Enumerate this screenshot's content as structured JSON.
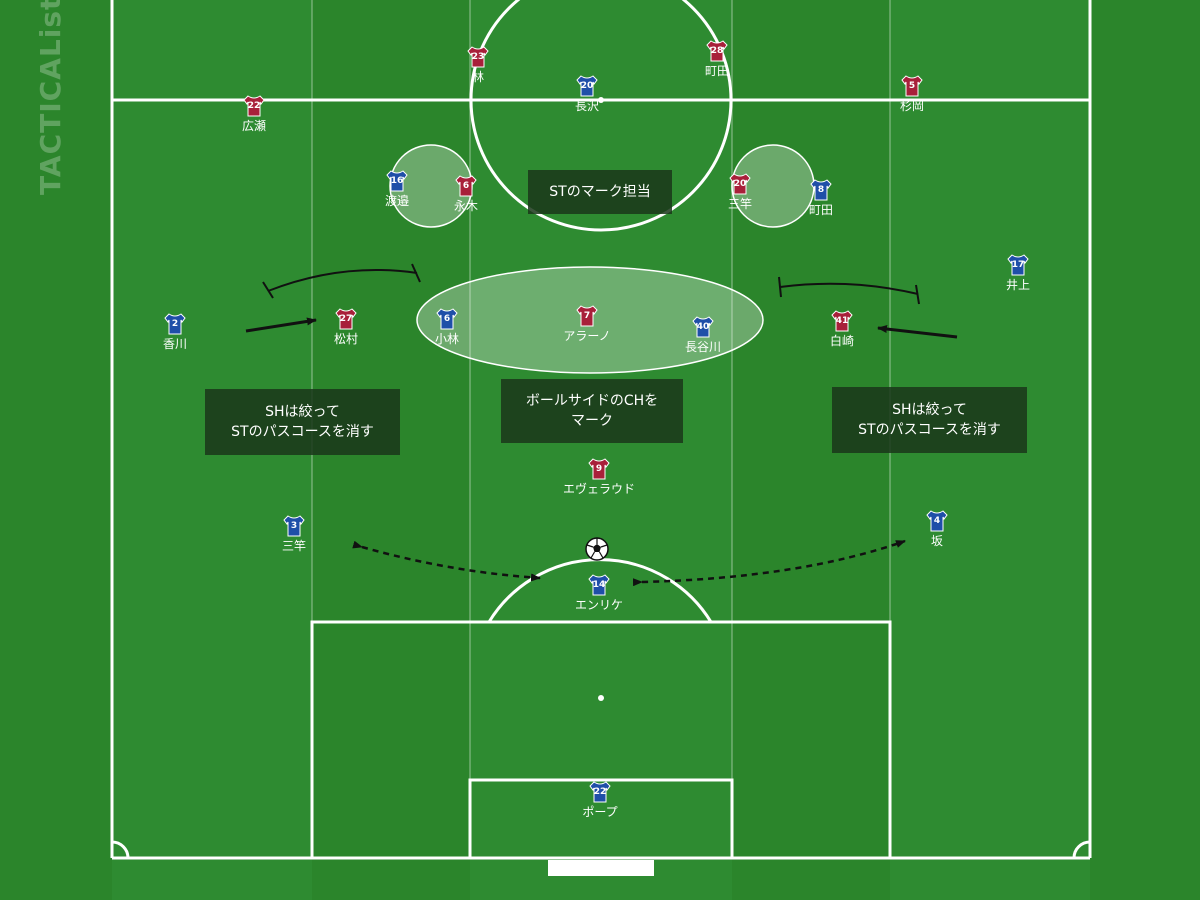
{
  "watermark": "TACTICALista",
  "colors": {
    "pitch_dark": "#2b852b",
    "pitch_light": "#33933a",
    "line": "#ffffff",
    "team_red": "#a8203a",
    "team_blue": "#1f4fa8"
  },
  "callouts": {
    "st_mark": "STのマーク担当",
    "ch_mark": "ボールサイドのCHを\nマーク",
    "sh_left": "SHは絞って\nSTのパスコースを消す",
    "sh_right": "SHは絞って\nSTのパスコースを消す"
  },
  "red": [
    {
      "id": "red-23",
      "num": "23",
      "name": "林"
    },
    {
      "id": "red-28",
      "num": "28",
      "name": "町田"
    },
    {
      "id": "red-5",
      "num": "5",
      "name": "杉岡"
    },
    {
      "id": "red-22",
      "num": "22",
      "name": "広瀬"
    },
    {
      "id": "red-6",
      "num": "6",
      "name": "永木"
    },
    {
      "id": "red-20",
      "num": "20",
      "name": "三竿"
    },
    {
      "id": "red-27",
      "num": "27",
      "name": "松村"
    },
    {
      "id": "red-7",
      "num": "7",
      "name": "アラーノ"
    },
    {
      "id": "red-41",
      "num": "41",
      "name": "白崎"
    },
    {
      "id": "red-9",
      "num": "9",
      "name": "エヴェラウド"
    }
  ],
  "blue": [
    {
      "id": "blue-20",
      "num": "20",
      "name": "長沢"
    },
    {
      "id": "blue-16",
      "num": "16",
      "name": "渡邉"
    },
    {
      "id": "blue-8",
      "num": "8",
      "name": "町田"
    },
    {
      "id": "blue-17",
      "num": "17",
      "name": "井上"
    },
    {
      "id": "blue-2",
      "num": "2",
      "name": "香川"
    },
    {
      "id": "blue-6",
      "num": "6",
      "name": "小林"
    },
    {
      "id": "blue-40",
      "num": "40",
      "name": "長谷川"
    },
    {
      "id": "blue-3",
      "num": "3",
      "name": "三竿"
    },
    {
      "id": "blue-4",
      "num": "4",
      "name": "坂"
    },
    {
      "id": "blue-14",
      "num": "14",
      "name": "エンリケ"
    },
    {
      "id": "blue-22",
      "num": "22",
      "name": "ポープ"
    }
  ]
}
